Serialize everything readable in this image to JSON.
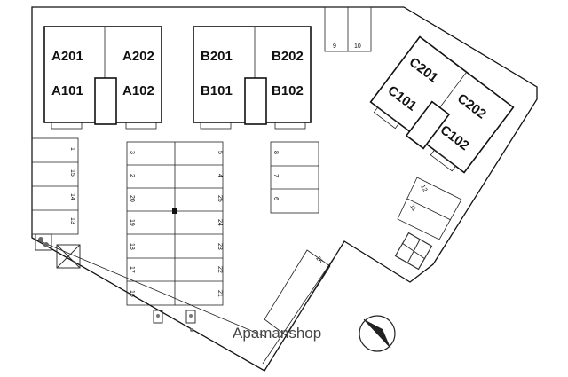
{
  "buildings": {
    "A": {
      "upper_left": "A201",
      "upper_right": "A202",
      "lower_left": "A101",
      "lower_right": "A102"
    },
    "B": {
      "upper_left": "B201",
      "upper_right": "B202",
      "lower_left": "B101",
      "lower_right": "B102"
    },
    "C": {
      "upper_left": "C201",
      "upper_right": "C202",
      "lower_left": "C101",
      "lower_right": "C102"
    }
  },
  "parking": {
    "top_pair": [
      "9",
      "10"
    ],
    "left_column": [
      "1",
      "15",
      "14",
      "13"
    ],
    "center_left": [
      "3",
      "2",
      "20",
      "19",
      "18",
      "17",
      "16"
    ],
    "center_right": [
      "5",
      "4",
      "25",
      "24",
      "23",
      "22",
      "21"
    ],
    "right_small": [
      "8",
      "7",
      "6"
    ],
    "east": [
      "12",
      "11"
    ],
    "diagonal": "26"
  },
  "watermark": "Apamanshop"
}
